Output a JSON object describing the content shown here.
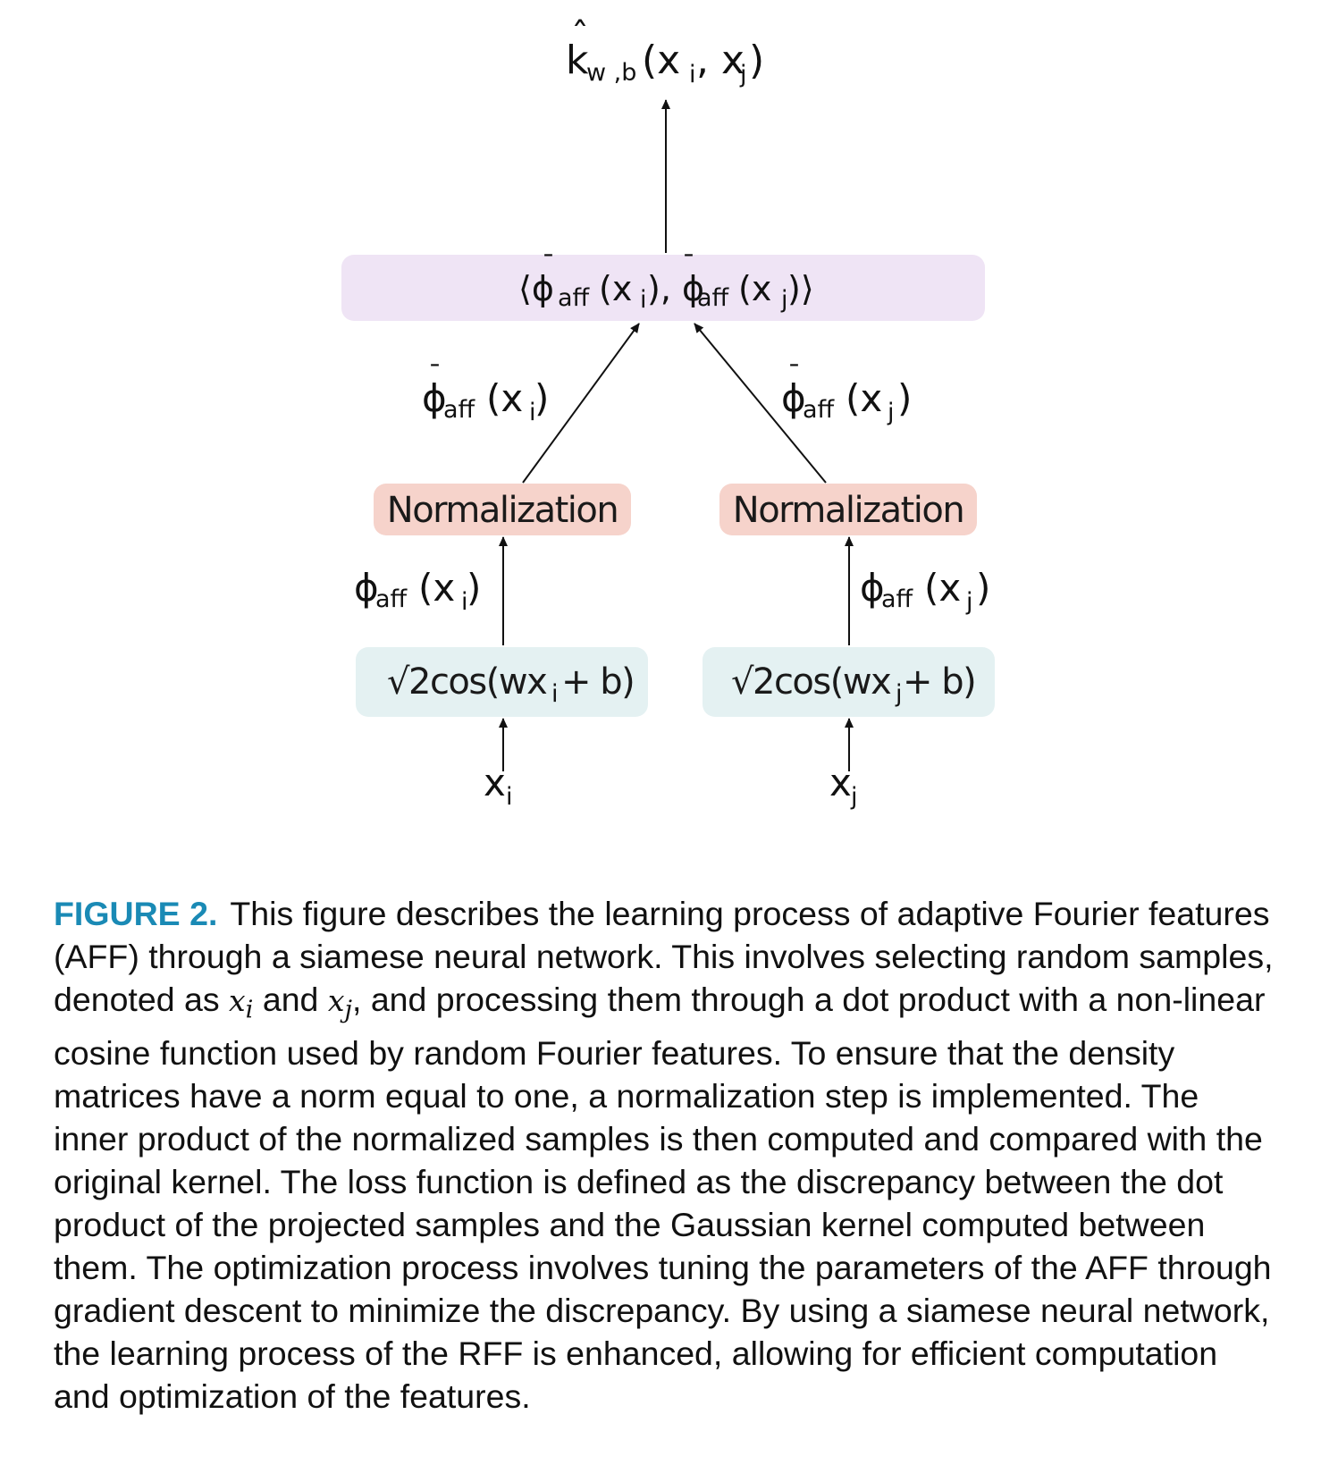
{
  "diagram": {
    "output": {
      "base": "k",
      "hat": "ˆ",
      "sub": "w ,b",
      "open": "(x",
      "sub_i": "i",
      "sep": " , x",
      "sub_j": "j",
      "close": ")"
    },
    "inner_product": {
      "open": "⟨ϕ",
      "bar": "¯",
      "sub1": "aff",
      "mid1": " (x",
      "i": "i",
      "mid2": " ), ϕ",
      "sub2": "aff",
      "mid3": " (x",
      "j": "j",
      "close": ")⟩"
    },
    "left_normalized": {
      "phi": "ϕ",
      "bar": "¯",
      "sub": "aff",
      "open": "(x",
      "idx": "i",
      "close": " )"
    },
    "right_normalized": {
      "phi": "ϕ",
      "bar": "¯",
      "sub": "aff",
      "open": "(x",
      "idx": "j",
      "close": ")"
    },
    "left_norm_box": "Normalization",
    "right_norm_box": "Normalization",
    "left_phi": {
      "phi": "ϕ",
      "sub": "aff",
      "open": "(x",
      "idx": "i",
      "close": " )"
    },
    "right_phi": {
      "phi": "ϕ",
      "sub": "aff",
      "open": "(x",
      "idx": "j",
      "close": ")"
    },
    "left_cos_box": {
      "main": "√2cos(wx",
      "idx": "i",
      "rest": "+ b)"
    },
    "right_cos_box": {
      "main": "√2cos(wx",
      "idx": "j",
      "rest": " + b)"
    },
    "left_input": {
      "x": "x",
      "idx": "i"
    },
    "right_input": {
      "x": "x",
      "idx": "j"
    },
    "colors": {
      "inner_box": "#efe4f5",
      "norm_box": "#f6d3cb",
      "cos_box": "#e4f1f2",
      "caption_label": "#1a8ab5"
    }
  },
  "caption": {
    "label": "FIGURE 2.",
    "part1": "This figure describes the learning process of adaptive Fourier features (AFF) through a siamese neural network. This involves selecting random samples, denoted as ",
    "var1": "x",
    "var1_sub": "i",
    "part2": " and ",
    "var2": "x",
    "var2_sub": "j",
    "part3": ", and processing them through a dot product with a non-linear cosine function used by random Fourier features. To ensure that the density matrices have a norm equal to one, a normalization step is implemented. The inner product of the normalized samples is then computed and compared with the original kernel. The loss function is defined as the discrepancy between the dot product of the projected samples and the Gaussian kernel computed between them. The optimization process involves tuning the parameters of the AFF through gradient descent to minimize the discrepancy. By using a siamese neural network, the learning process of the RFF is enhanced, allowing for efficient computation and optimization of the features."
  }
}
